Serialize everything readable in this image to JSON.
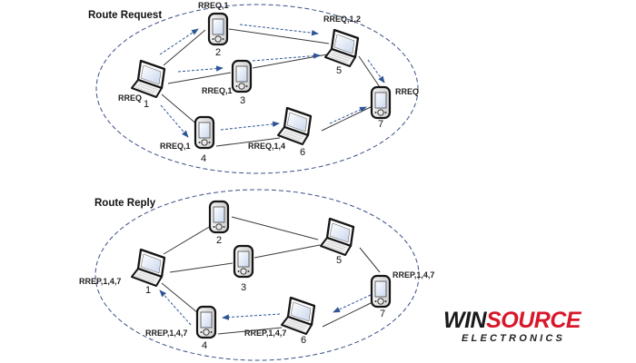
{
  "colors": {
    "link": "#3a3a3a",
    "message_arrow": "#2f5597",
    "boundary": "#3b4f86",
    "logo_red": "#d8172a",
    "logo_dark": "#1a1a1a"
  },
  "panels": [
    {
      "title": "Route Request",
      "nodes": [
        {
          "id": "1",
          "type": "laptop",
          "label": "RREQ"
        },
        {
          "id": "2",
          "type": "pda",
          "label": "RREQ,1"
        },
        {
          "id": "3",
          "type": "pda",
          "label": "RREQ,1"
        },
        {
          "id": "4",
          "type": "pda",
          "label": "RREQ,1"
        },
        {
          "id": "5",
          "type": "laptop",
          "label": "RREQ,1,2"
        },
        {
          "id": "6",
          "type": "laptop",
          "label": "RREQ,1,4"
        },
        {
          "id": "7",
          "type": "pda",
          "label": "RREQ"
        }
      ],
      "links": [
        [
          "1",
          "2"
        ],
        [
          "1",
          "3"
        ],
        [
          "1",
          "4"
        ],
        [
          "2",
          "5"
        ],
        [
          "3",
          "5"
        ],
        [
          "4",
          "6"
        ],
        [
          "5",
          "7"
        ],
        [
          "6",
          "7"
        ]
      ],
      "message_flows": [
        [
          "1",
          "2"
        ],
        [
          "1",
          "3"
        ],
        [
          "1",
          "4"
        ],
        [
          "2",
          "5"
        ],
        [
          "3",
          "5"
        ],
        [
          "4",
          "6"
        ],
        [
          "5",
          "7"
        ],
        [
          "6",
          "7"
        ]
      ]
    },
    {
      "title": "Route Reply",
      "nodes": [
        {
          "id": "1",
          "type": "laptop",
          "label": "RREP,1,4,7"
        },
        {
          "id": "2",
          "type": "pda",
          "label": ""
        },
        {
          "id": "3",
          "type": "pda",
          "label": ""
        },
        {
          "id": "4",
          "type": "pda",
          "label": "RREP,1,4,7"
        },
        {
          "id": "5",
          "type": "laptop",
          "label": ""
        },
        {
          "id": "6",
          "type": "laptop",
          "label": "RREP,1,4,7"
        },
        {
          "id": "7",
          "type": "pda",
          "label": "RREP,1,4,7"
        }
      ],
      "links": [
        [
          "1",
          "2"
        ],
        [
          "1",
          "3"
        ],
        [
          "1",
          "4"
        ],
        [
          "2",
          "5"
        ],
        [
          "3",
          "5"
        ],
        [
          "4",
          "6"
        ],
        [
          "5",
          "7"
        ],
        [
          "6",
          "7"
        ]
      ],
      "message_flows": [
        [
          "7",
          "6"
        ],
        [
          "6",
          "4"
        ],
        [
          "4",
          "1"
        ]
      ]
    }
  ],
  "logo": {
    "word1": "WIN",
    "word2": "SOURCE",
    "subtitle": "ELECTRONICS"
  }
}
